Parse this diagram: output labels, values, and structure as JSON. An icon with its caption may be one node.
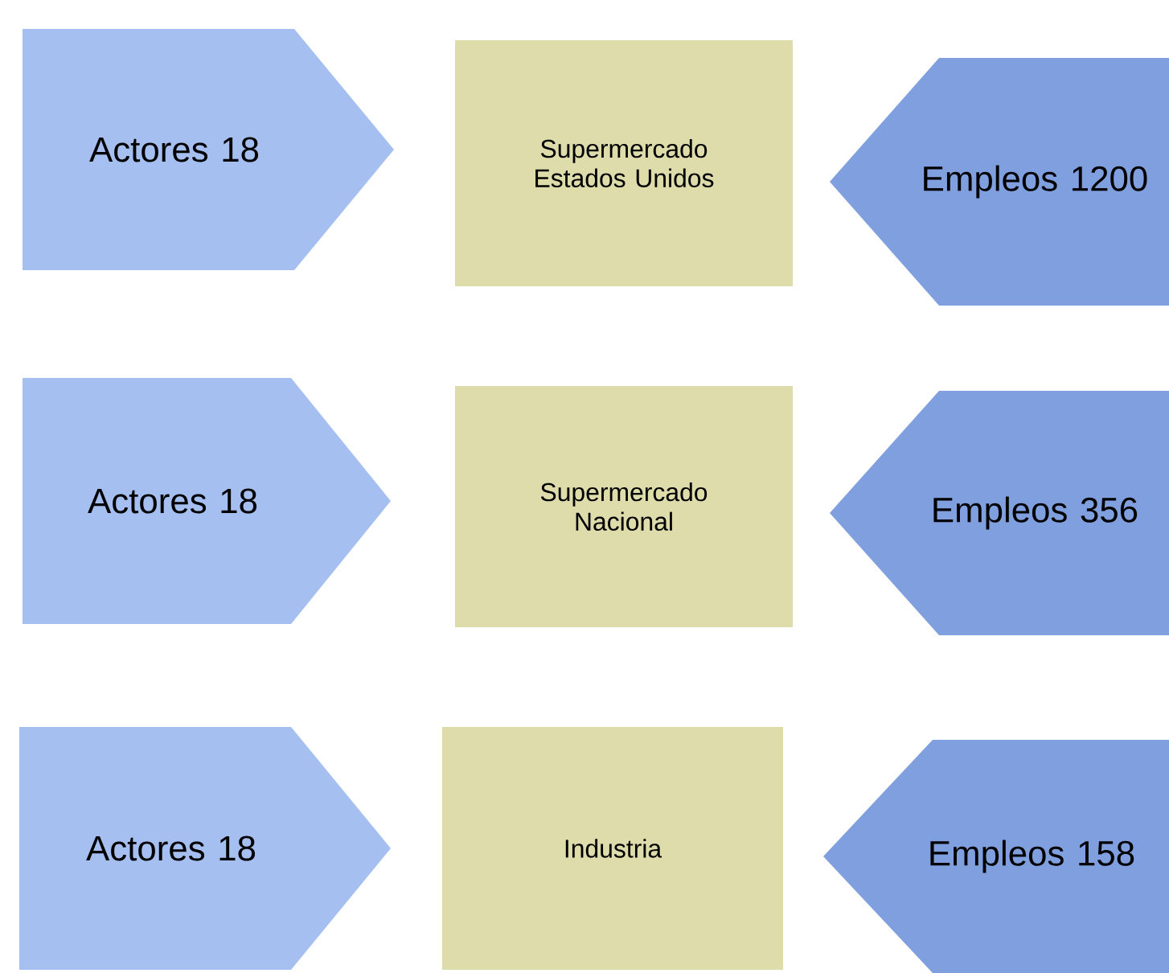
{
  "diagram": {
    "nodes": [
      {
        "text": [
          "Actores 18"
        ]
      },
      {
        "text": [
          "Supermercado Estados Unidos"
        ]
      },
      {
        "text": [
          "Empleos 1200"
        ]
      },
      {
        "text": [
          "Actores 18"
        ]
      },
      {
        "text": [
          "Supermercado Nacional"
        ]
      },
      {
        "text": [
          "Empleos 356"
        ]
      },
      {
        "text": [
          "Actores 18"
        ]
      },
      {
        "text": [
          "Industria"
        ]
      },
      {
        "text": [
          "Empleos 158"
        ]
      }
    ]
  }
}
